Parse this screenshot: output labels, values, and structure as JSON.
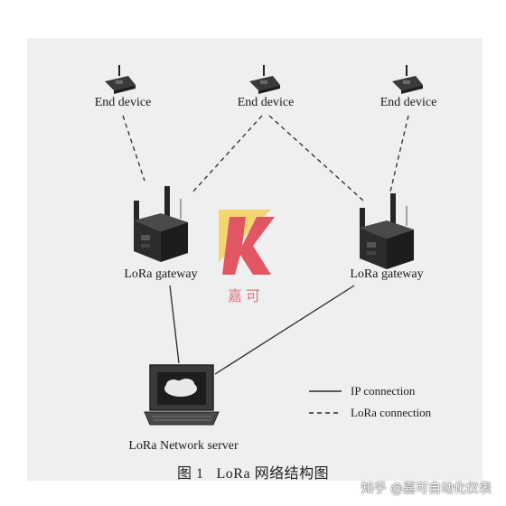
{
  "end_devices": {
    "left_label": "End device",
    "center_label": "End device",
    "right_label": "End device"
  },
  "gateways": {
    "left_label": "LoRa gateway",
    "right_label": "LoRa gateway"
  },
  "server": {
    "label": "LoRa Network server"
  },
  "legend": {
    "ip_label": "IP connection",
    "lora_label": "LoRa connection"
  },
  "caption": {
    "number": "图 1",
    "title": "LoRa 网络结构图"
  },
  "watermark": {
    "text": "嘉可",
    "credit": "知乎 @嘉可自动化仪表"
  },
  "colors": {
    "panel": "#eeeff0",
    "line": "#2a2a2a",
    "device_dark": "#2f2f2f",
    "watermark_red": "#e0424f",
    "watermark_yellow": "#f4d35e"
  }
}
